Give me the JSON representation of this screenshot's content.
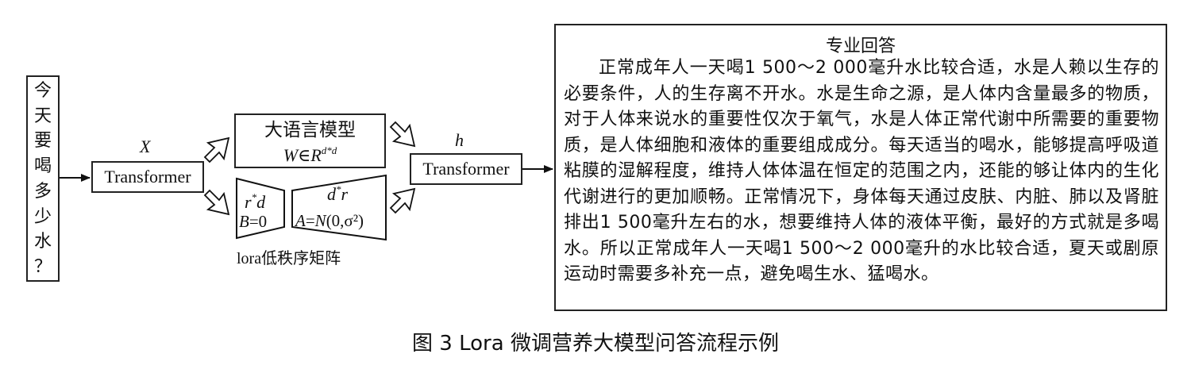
{
  "question": {
    "chars": [
      "今",
      "天",
      "要",
      "喝",
      "多",
      "少",
      "水",
      "？"
    ]
  },
  "pipeline": {
    "input_symbol": "X",
    "output_symbol": "h",
    "transformer_in_label": "Transformer",
    "transformer_out_label": "Transformer"
  },
  "llm": {
    "title": "大语言模型",
    "weight_base": "W∈R",
    "weight_sup": "d*d"
  },
  "lora": {
    "left_dims": {
      "a": "r",
      "star": "*",
      "b": "d"
    },
    "left_init": {
      "sym": "B",
      "rest": "=0"
    },
    "right_dims": {
      "a": "d",
      "star": "*",
      "b": "r"
    },
    "right_init": {
      "sym": "A",
      "eq": "=",
      "n": "N",
      "rest": "(0,σ²)"
    },
    "label": "lora低秩序矩阵"
  },
  "answer": {
    "title": "专业回答",
    "body": "正常成年人一天喝1 500～2 000毫升水比较合适，水是人赖以生存的必要条件，人的生存离不开水。水是生命之源，是人体内含量最多的物质，对于人体来说水的重要性仅次于氧气，水是人体正常代谢中所需要的重要物质，是人体细胞和液体的重要组成成分。每天适当的喝水，能够提高呼吸道粘膜的湿解程度，维持人体体温在恒定的范围之内，还能的够让体内的生化代谢进行的更加顺畅。正常情况下，身体每天通过皮肤、内脏、肺以及肾脏排出1 500毫升左右的水，想要维持人体的液体平衡，最好的方式就是多喝水。所以正常成年人一天喝1 500～2 000毫升的水比较合适，夏天或剧原运动时需要多补充一点，避免喝生水、猛喝水。"
  },
  "caption": "图 3  Lora 微调营养大模型问答流程示例"
}
